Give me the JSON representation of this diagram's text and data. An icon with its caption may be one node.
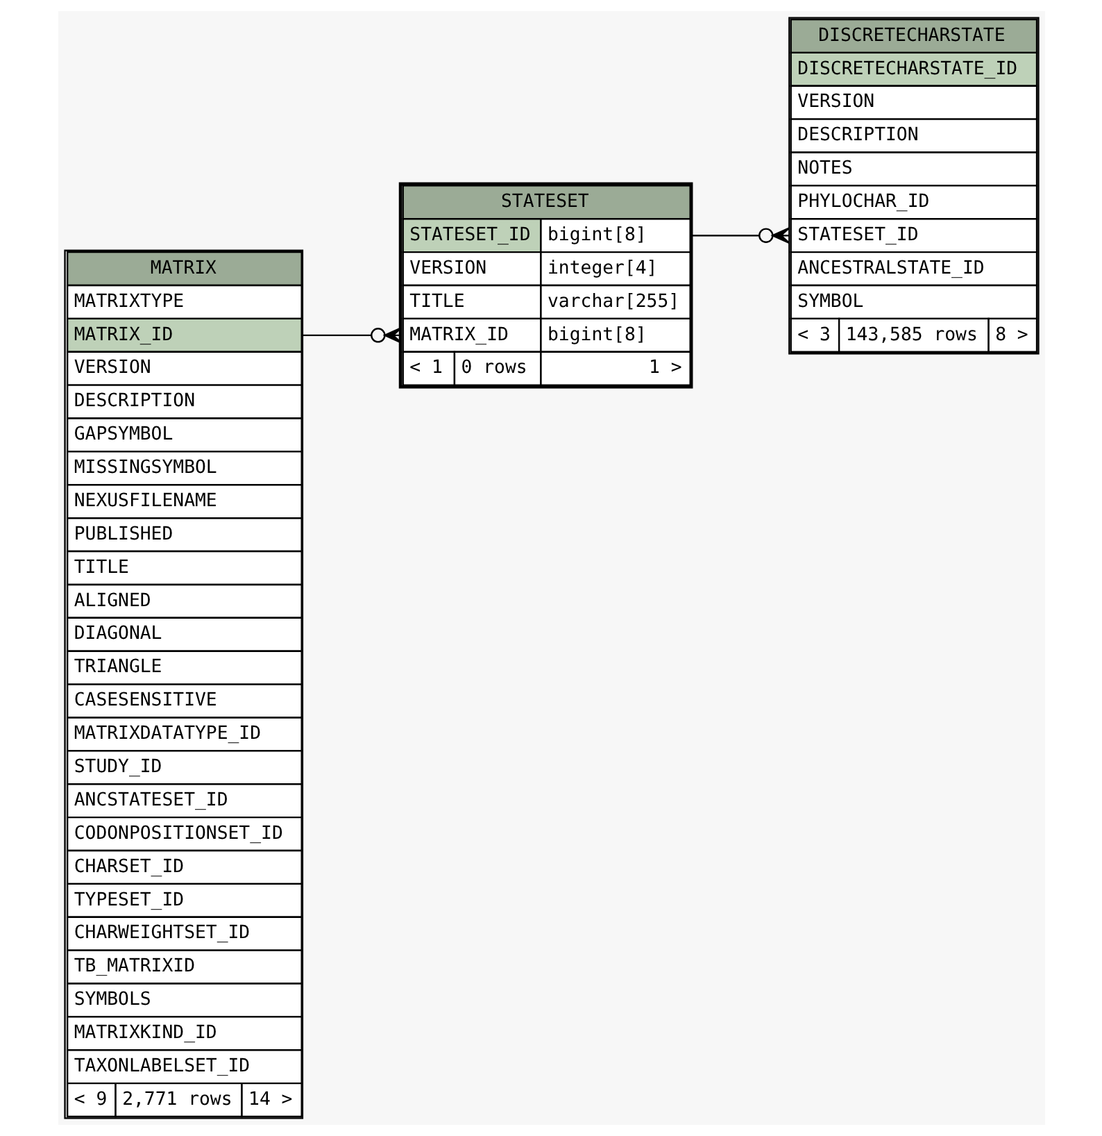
{
  "diagram": {
    "nodes": [
      {
        "text": [
          "MATRIX",
          "MATRIXTYPE",
          "MATRIX_ID",
          "VERSION",
          "DESCRIPTION",
          "GAPSYMBOL",
          "MISSINGSYMBOL",
          "NEXUSFILENAME",
          "PUBLISHED",
          "TITLE",
          "ALIGNED",
          "DIAGONAL",
          "TRIANGLE",
          "CASESENSITIVE",
          "MATRIXDATATYPE_ID",
          "STUDY_ID",
          "ANCSTATESET_ID",
          "CODONPOSITIONSET_ID",
          "CHARSET_ID",
          "TYPESET_ID",
          "CHARWEIGHTSET_ID",
          "TB_MATRIXID",
          "SYMBOLS",
          "MATRIXKIND_ID",
          "TAXONLABELSET_ID",
          "< 9",
          "2,771 rows",
          "14 >"
        ]
      },
      {
        "text": [
          "STATESET",
          "STATESET_ID",
          "bigint[8]",
          "VERSION",
          "integer[4]",
          "TITLE",
          "varchar[255]",
          "MATRIX_ID",
          "bigint[8]",
          "< 1",
          "0 rows",
          "1 >"
        ]
      },
      {
        "text": [
          "DISCRETECHARSTATE",
          "DISCRETECHARSTATE_ID",
          "VERSION",
          "DESCRIPTION",
          "NOTES",
          "PHYLOCHAR_ID",
          "STATESET_ID",
          "ANCESTRALSTATE_ID",
          "SYMBOL",
          "< 3",
          "143,585 rows",
          "8 >"
        ]
      }
    ],
    "edges": [
      {
        "from": 0,
        "to": 1,
        "arrow": "other"
      },
      {
        "from": 1,
        "to": 2,
        "arrow": "other"
      }
    ]
  }
}
